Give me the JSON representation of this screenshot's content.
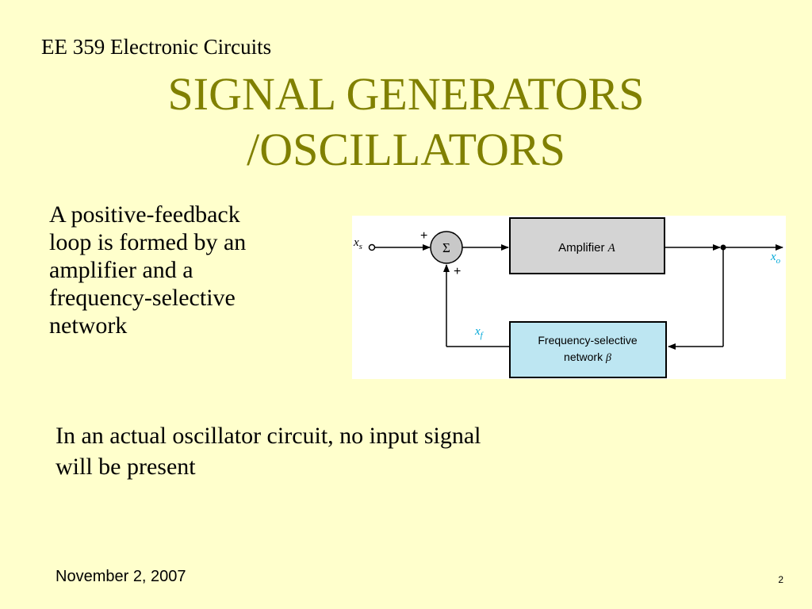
{
  "slide": {
    "course": "EE 359 Electronic Circuits",
    "title_line1": "SIGNAL GENERATORS",
    "title_line2": "/OSCILLATORS",
    "description_lines": [
      "A positive-feedback",
      "loop is formed by an",
      "amplifier and a",
      "frequency-selective",
      "network"
    ],
    "note_lines": [
      "In an actual oscillator circuit, no input signal",
      "will be present"
    ],
    "date": "November 2,  2007",
    "page_number": "2"
  },
  "diagram": {
    "input_label": "x",
    "input_sub": "s",
    "sum_symbol": "Σ",
    "plus_top": "+",
    "plus_bottom": "+",
    "amplifier_label": "Amplifier ",
    "amplifier_var": "A",
    "output_label": "x",
    "output_sub": "o",
    "feedback_label": "x",
    "feedback_sub": "f",
    "network_line1": "Frequency-selective",
    "network_line2": "network ",
    "network_var": "β",
    "colors": {
      "amplifier_fill": "#d4d4d4",
      "network_fill": "#bde6f2",
      "output_label": "#00a8d8",
      "feedback_label": "#00a8d8"
    }
  }
}
